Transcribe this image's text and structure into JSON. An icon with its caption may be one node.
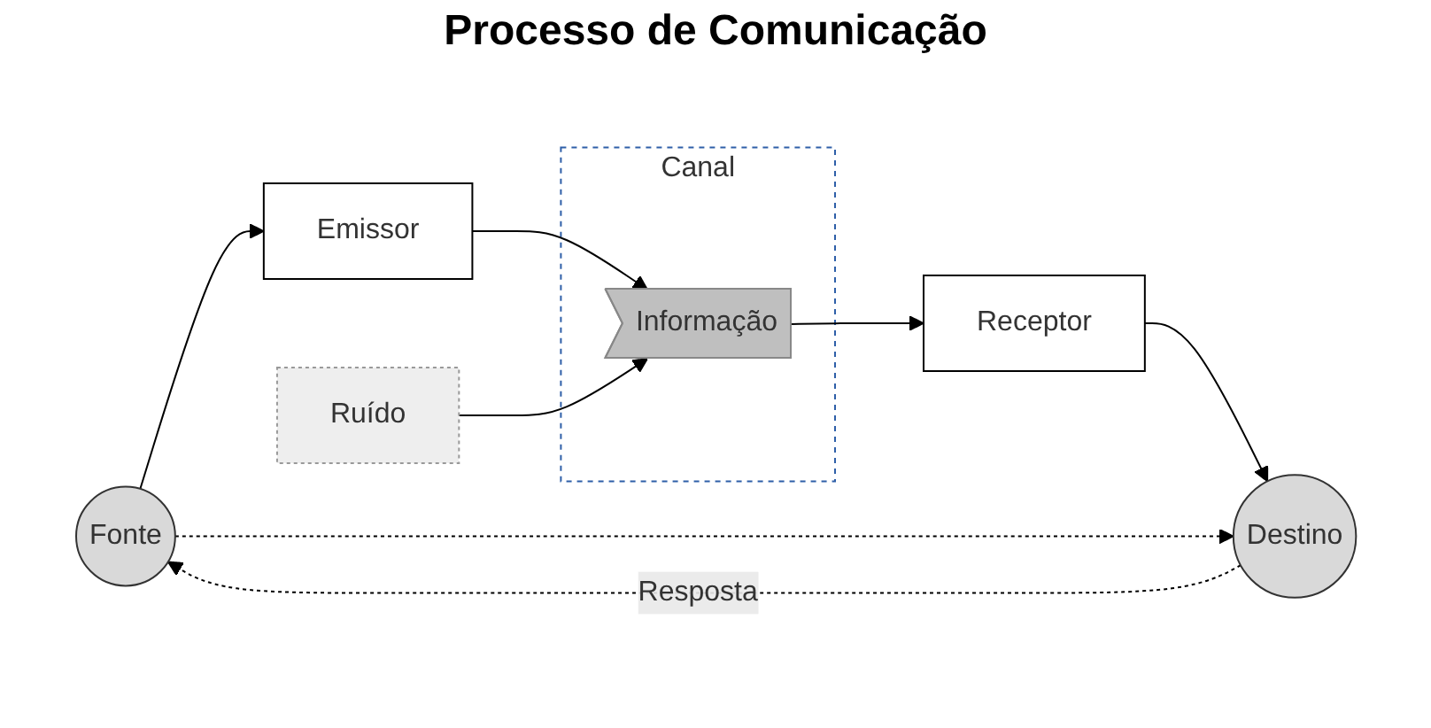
{
  "diagram": {
    "title": "Processo de Comunicação",
    "nodes": [
      {
        "text": [
          "Fonte"
        ]
      },
      {
        "text": [
          "Emissor"
        ]
      },
      {
        "text": [
          "Canal"
        ]
      },
      {
        "text": [
          "Informação"
        ],
        "in": 2
      },
      {
        "text": [
          "Receptor"
        ]
      },
      {
        "text": [
          "Destino"
        ]
      },
      {
        "text": [
          "Ruído"
        ]
      }
    ],
    "edges": [
      {
        "from": 0,
        "to": 1,
        "arrow": "to"
      },
      {
        "from": 1,
        "to": 3,
        "arrow": "to"
      },
      {
        "from": 3,
        "to": 4,
        "arrow": "to"
      },
      {
        "from": 4,
        "to": 5,
        "arrow": "to"
      },
      {
        "from": 6,
        "to": 3,
        "arrow": "to"
      },
      {
        "from": 0,
        "to": 5,
        "arrow": "to",
        "style": "dashed"
      },
      {
        "from": 5,
        "to": 0,
        "arrow": "to",
        "style": "dashed",
        "label": "Resposta"
      }
    ]
  }
}
